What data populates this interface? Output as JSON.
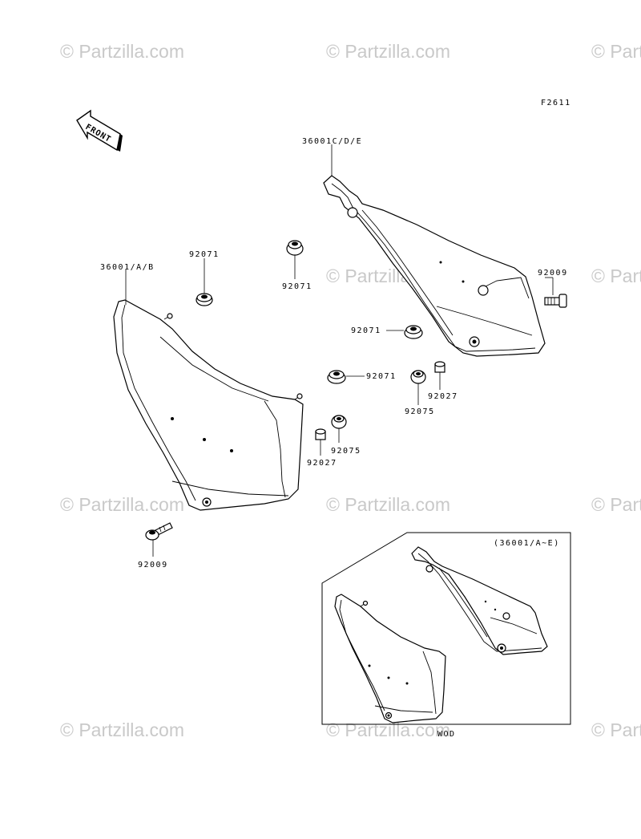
{
  "diagram": {
    "figure_code": "F2611",
    "front_arrow_label": "FRONT",
    "inset_title": "(36001/A~E)",
    "inset_caption": "WOD",
    "watermark": "© Partzilla.com"
  },
  "callouts": [
    {
      "id": "c1",
      "text": "36001C/D/E"
    },
    {
      "id": "c2",
      "text": "36001/A/B"
    },
    {
      "id": "c3",
      "text": "92071"
    },
    {
      "id": "c4",
      "text": "92071"
    },
    {
      "id": "c5",
      "text": "92071"
    },
    {
      "id": "c6",
      "text": "92071"
    },
    {
      "id": "c7",
      "text": "92009"
    },
    {
      "id": "c8",
      "text": "92009"
    },
    {
      "id": "c9",
      "text": "92027"
    },
    {
      "id": "c10",
      "text": "92075"
    },
    {
      "id": "c11",
      "text": "92027"
    },
    {
      "id": "c12",
      "text": "92075"
    }
  ]
}
